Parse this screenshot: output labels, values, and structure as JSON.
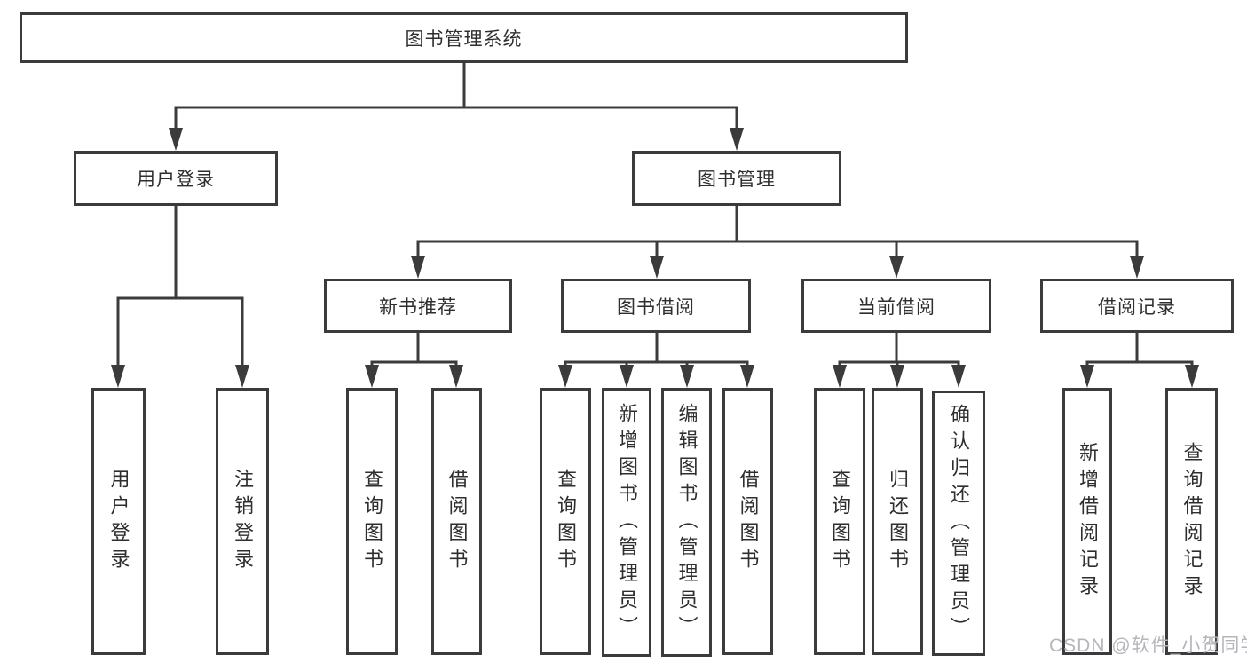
{
  "tree": {
    "root": {
      "label": "图书管理系统"
    },
    "branches": [
      {
        "label": "用户登录",
        "leaves": [
          {
            "label": "用户登录"
          },
          {
            "label": "注销登录"
          }
        ]
      },
      {
        "label": "图书管理",
        "groups": [
          {
            "label": "新书推荐",
            "leaves": [
              {
                "label": "查询图书"
              },
              {
                "label": "借阅图书"
              }
            ]
          },
          {
            "label": "图书借阅",
            "leaves": [
              {
                "label": "查询图书"
              },
              {
                "label": "新增图书（管理员）"
              },
              {
                "label": "编辑图书（管理员）"
              },
              {
                "label": "借阅图书"
              }
            ]
          },
          {
            "label": "当前借阅",
            "leaves": [
              {
                "label": "查询图书"
              },
              {
                "label": "归还图书"
              },
              {
                "label": "确认归还（管理员）"
              }
            ]
          },
          {
            "label": "借阅记录",
            "leaves": [
              {
                "label": "新增借阅记录"
              },
              {
                "label": "查询借阅记录"
              }
            ]
          }
        ]
      }
    ]
  },
  "watermark": {
    "text": "CSDN @软件_小贺同学"
  },
  "colors": {
    "line": "#3b3b3b",
    "box_border": "#3b3b3b",
    "text": "#2e2e2e",
    "background": "#ffffff",
    "watermark_text": "#b4b6bc"
  }
}
